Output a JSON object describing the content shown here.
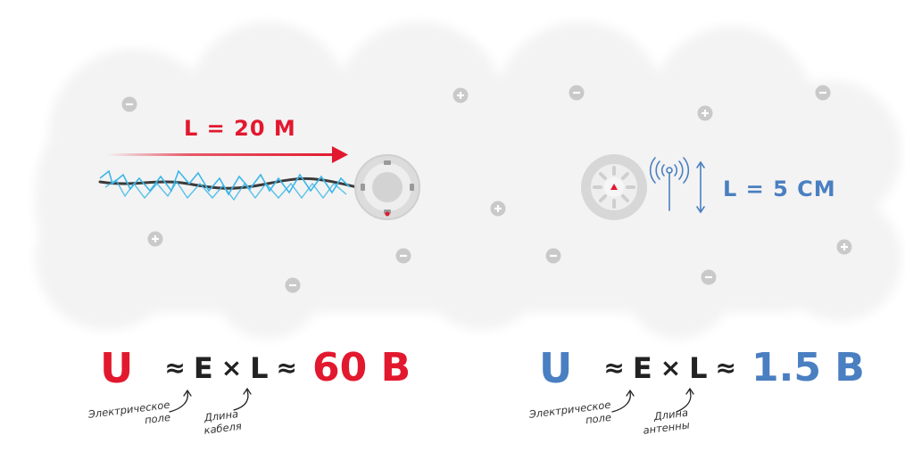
{
  "left": {
    "length_label": "L = 20 M",
    "formula": {
      "u": "U",
      "approx1": "≈",
      "e": "E",
      "times": "×",
      "l": "L",
      "approx2": "≈",
      "result": "60 B"
    },
    "note_field": [
      "Электрическое",
      "поле"
    ],
    "note_length": [
      "Длина",
      "кабеля"
    ]
  },
  "right": {
    "length_label": "L = 5 CM",
    "formula": {
      "u": "U",
      "approx1": "≈",
      "e": "E",
      "times": "×",
      "l": "L",
      "approx2": "≈",
      "result": "1.5 B"
    },
    "note_field": [
      "Электрическое",
      "поле"
    ],
    "note_length": [
      "Длина",
      "антенны"
    ]
  },
  "colors": {
    "red": "#e2182e",
    "blue": "#4a7fc1",
    "spark": "#3bb7e8",
    "cloud": "#f4f4f4",
    "charge": "#c9c9c9"
  },
  "icons": {
    "cable_device": "smoke-detector-icon",
    "antenna_device": "smoke-detector-icon",
    "signal": "wireless-signal-icon"
  }
}
